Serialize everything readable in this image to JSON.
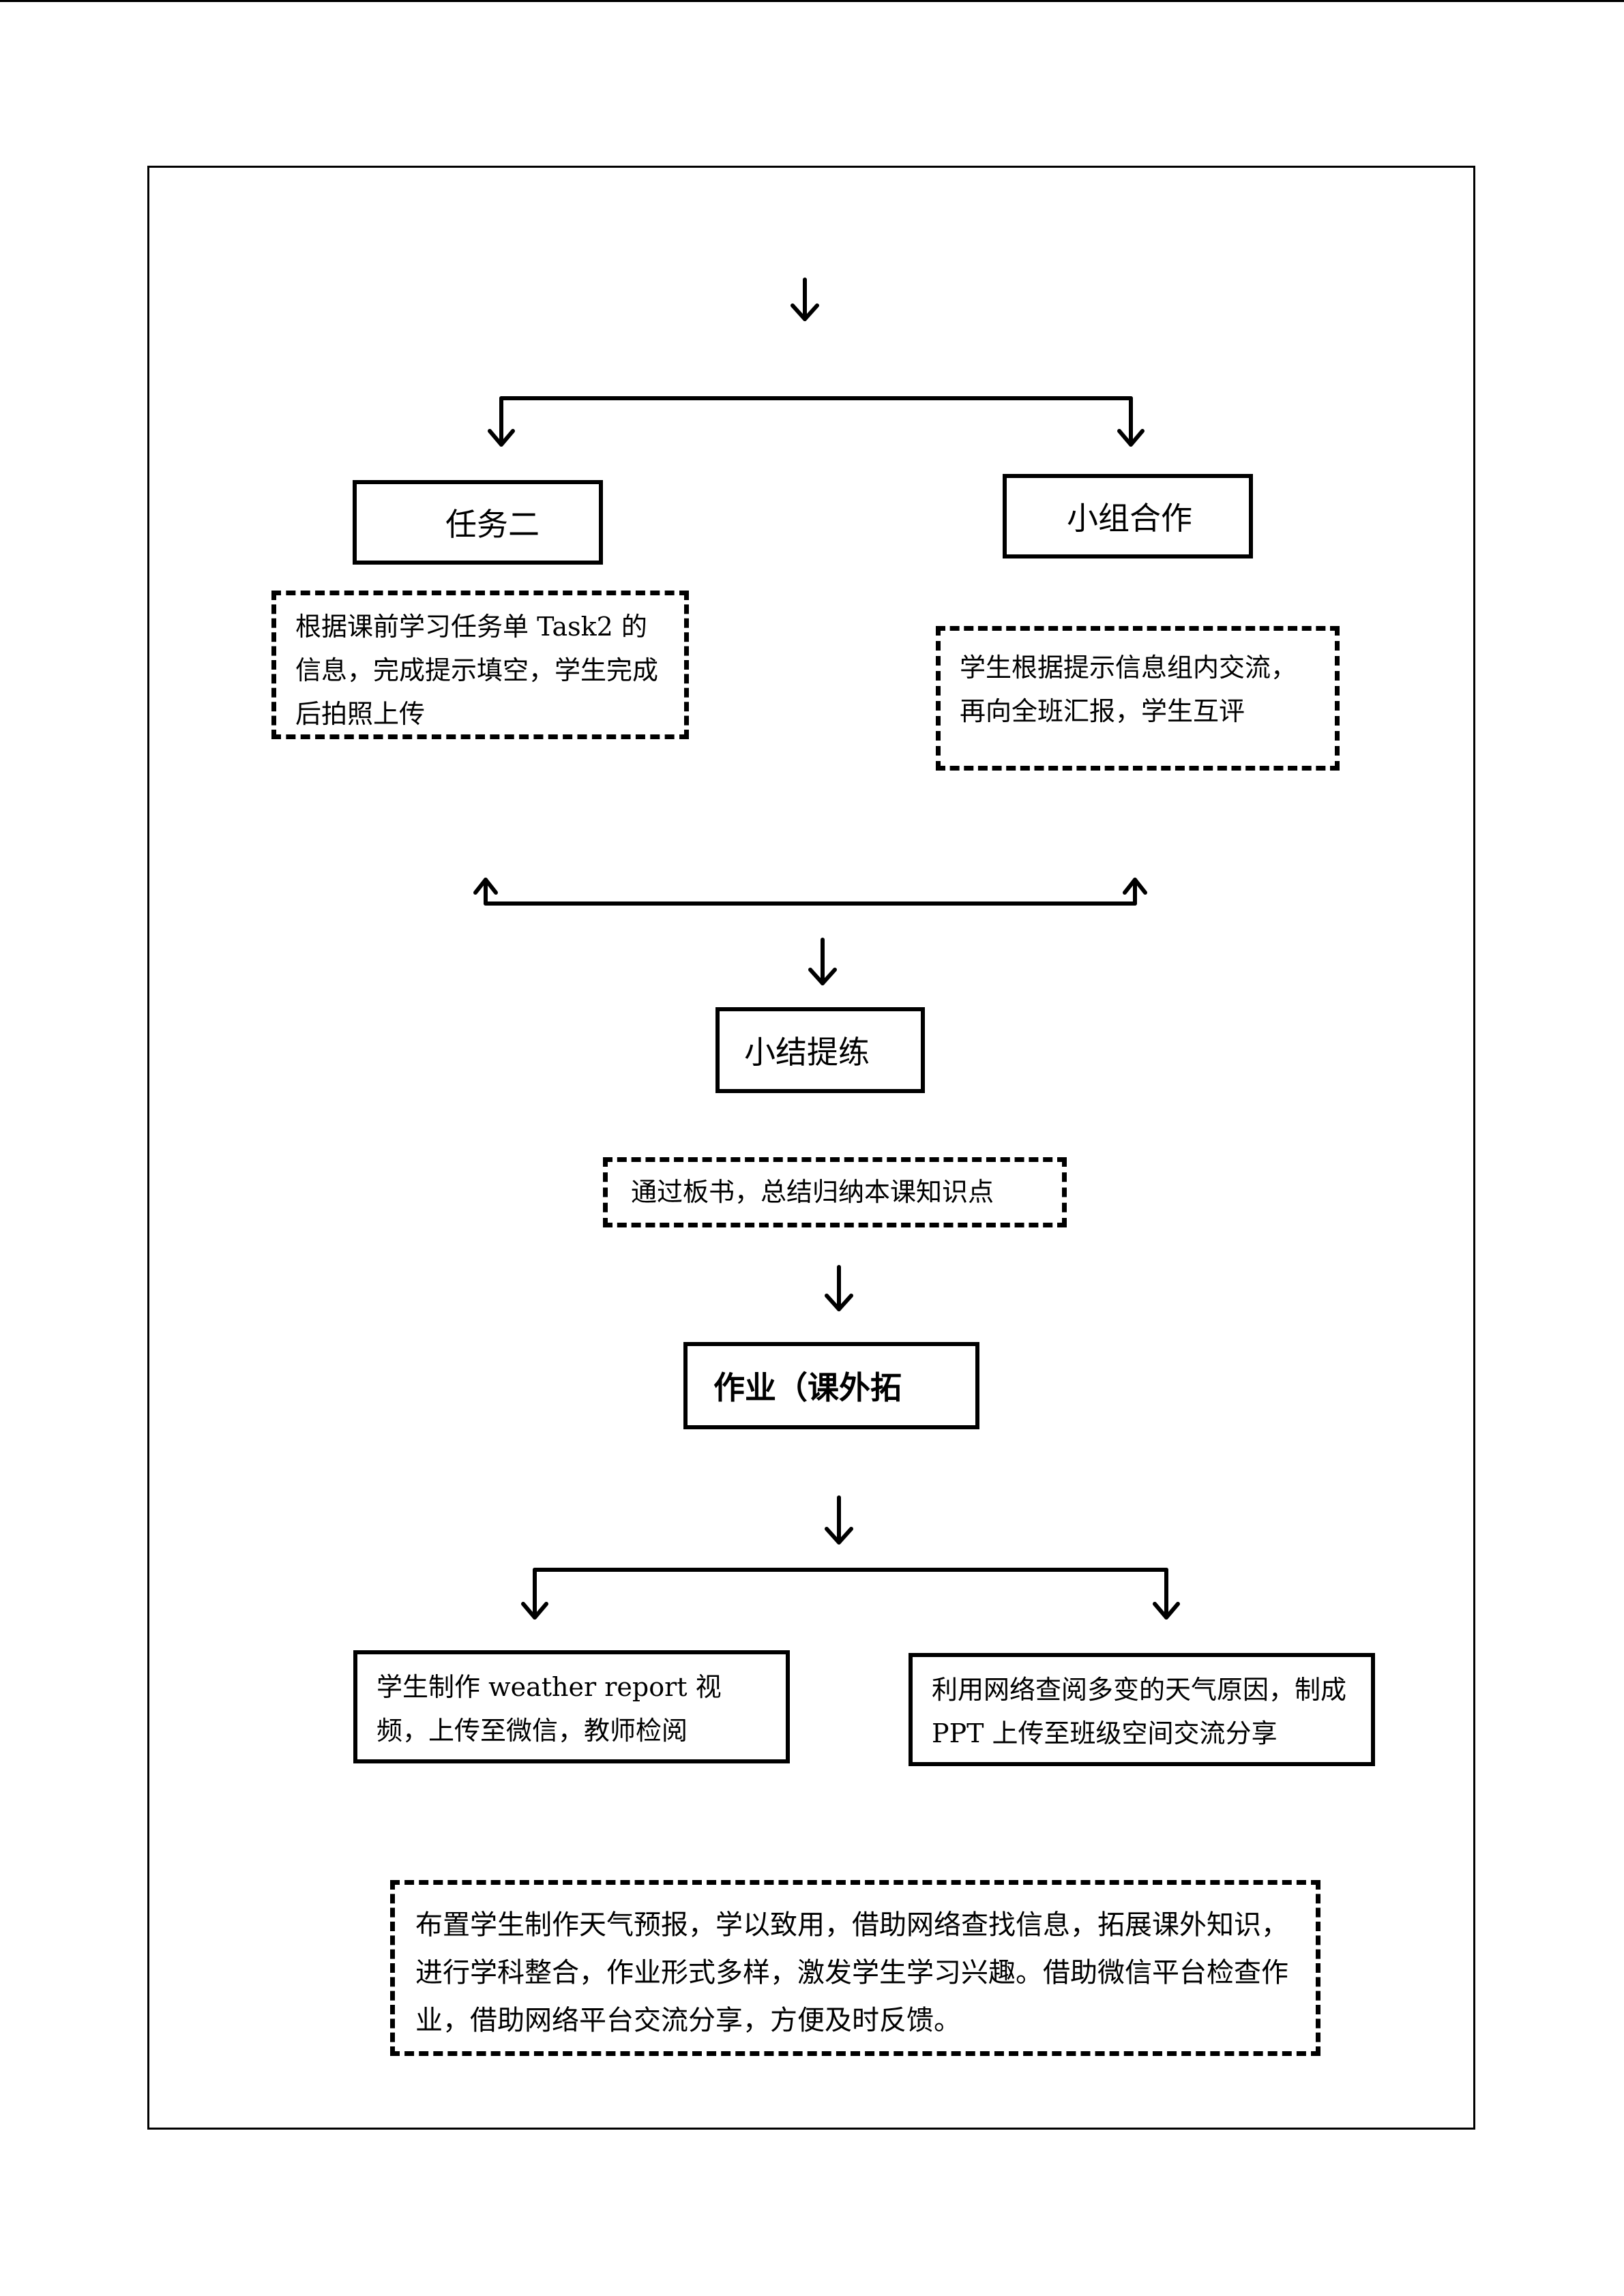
{
  "flowchart": {
    "task2": {
      "title": "任务二",
      "desc": "根据课前学习任务单 Task2 的信息，完成提示填空，学生完成后拍照上传"
    },
    "group": {
      "title": "小组合作",
      "desc": "学生根据提示信息组内交流，再向全班汇报，学生互评"
    },
    "summary": {
      "title": "小结提练",
      "desc": "通过板书，总结归纳本课知识点"
    },
    "homework": {
      "title": "作业（课外拓"
    },
    "hw_left": {
      "desc": "学生制作 weather report 视频，上传至微信，教师检阅"
    },
    "hw_right": {
      "desc": "利用网络查阅多变的天气原因，制成 PPT 上传至班级空间交流分享"
    },
    "design_note": {
      "desc": "布置学生制作天气预报，学以致用，借助网络查找信息，拓展课外知识，进行学科整合，作业形式多样，激发学生学习兴趣。借助微信平台检查作业，借助网络平台交流分享，方便及时反馈。"
    }
  }
}
